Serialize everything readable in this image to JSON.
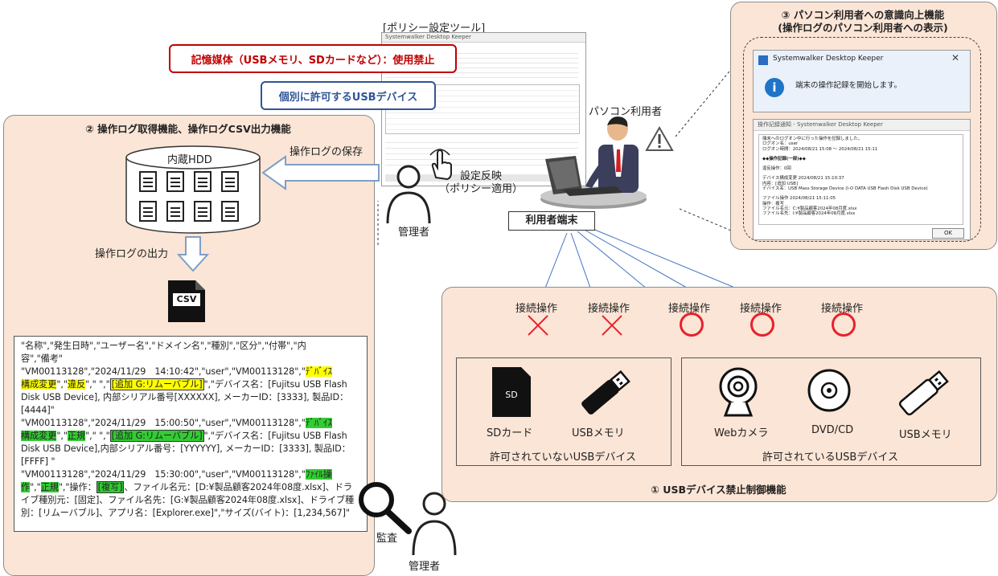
{
  "policy_tool": {
    "title": "[ポリシー設定ツール]",
    "window_title": "Systemwalker Desktop Keeper",
    "callout_storage": "記憶媒体（USBメモリ、SDカードなど）：使用禁止",
    "callout_allowed": "個別に許可するUSBデバイス"
  },
  "admin_left": {
    "apply_label_1": "設定反映",
    "apply_label_2": "（ポリシー適用）",
    "name": "管理者"
  },
  "user": {
    "label": "パソコン利用者",
    "terminal": "利用者端末"
  },
  "panel2": {
    "title": "② 操作ログ取得機能、操作ログCSV出力機能",
    "save_label": "操作ログの保存",
    "hdd_label": "内蔵HDD",
    "output_label": "操作ログの出力",
    "csv_icon_text": "CSV",
    "log": {
      "header_1": "\"名称\",\"発生日時\",\"ユーザー名\",\"ドメイン名\",\"種別\",\"区分\",\"付帯\",\"内",
      "header_2": "容\",\"備考\"",
      "e1_a": "\"VM00113128\",\"2024/11/29　14:10:42\",\"user\",\"VM00113128\",\"",
      "e1_b": "ﾃﾞﾊﾞｲｽ",
      "e1_c": "構成変更",
      "e1_d": "\",\"",
      "e1_e": "違反",
      "e1_f": "\",\" \",\"",
      "e1_g": "[追加 G:リムーバブル]",
      "e1_h": "\",\"デバイス名：[Fujitsu USB Flash Disk USB Device], 内部シリアル番号[XXXXXX], メーカーID：[3333], 製品ID：[4444]\"",
      "e2_a": "\"VM00113128\",\"2024/11/29　15:00:50\",\"user\",\"VM00113128\",\"",
      "e2_b": "ﾃﾞﾊﾞｲｽ",
      "e2_c": "構成変更",
      "e2_d": "\",\"",
      "e2_e": "正規",
      "e2_f": "\",\" \",\"",
      "e2_g": "[追加 G:リムーバブル]",
      "e2_h": "\",\"デバイス名：[Fujitsu USB Flash Disk USB Device],内部シリアル番号：[YYYYYY], メーカーID：[3333], 製品ID：[FFFF] \"",
      "e3_a": "\"VM00113128\",\"2024/11/29　15:30:00\",\"user\",\"VM00113128\",\"",
      "e3_b": "ﾌｧｲﾙ操",
      "e3_c": "作",
      "e3_d": "\",\"",
      "e3_e": "正規",
      "e3_f": "\",\"操作：",
      "e3_g": "[複写]",
      "e3_h": "、ファイル名元：[D:¥製品顧客2024年08度.xlsx]、ドライブ種別元：[固定]、ファイル名先：[G:¥製品顧客2024年08度.xlsx]、ドライブ種別：[リムーバブル]、アプリ名：[Explorer.exe]\",\"サイズ(バイト)：[1,234,567]\""
    },
    "audit_label": "監査",
    "audit_admin": "管理者"
  },
  "panel3": {
    "title_1": "③ パソコン利用者への意識向上機能",
    "title_2": "(操作ログのパソコン利用者への表示)",
    "notify_title": "Systemwalker Desktop Keeper",
    "notify_message": "端末の操作記録を開始します。",
    "log_window_title": "操作記録通知 - Systemwalker Desktop Keeper",
    "log_lines": [
      "端末へのログオン中に行った操作を記録しました。",
      "ログオン名：user",
      "ログオン時間：2024/08/21 15:08 〜 2024/08/21 15:11",
      "",
      "◆◆操作記録(一部)◆◆",
      "",
      "違反操作：0回",
      "",
      "デバイス構成変更 2024/08/21 15:10:37",
      "内容：[追加 USB]",
      "デバイス名：USB Mass Storage Device (I-O DATA USB Flash Disk USB Device)",
      "",
      "ファイル操作 2024/08/21 15:11:05",
      "操作：複写",
      "ファイル名元：C:¥製品顧客2024年08月度.xlsx",
      "ファイル名先：I:¥製品顧客2024年08月度.xlsx"
    ],
    "ok_button": "OK"
  },
  "panel1": {
    "title": "① USBデバイス禁止制御機能",
    "op_label": "接続操作",
    "denied_box_label": "許可されていないUSBデバイス",
    "allowed_box_label": "許可されているUSBデバイス",
    "sd_icon_text": "SD",
    "devices_denied": [
      "SDカード",
      "USBメモリ"
    ],
    "devices_allowed": [
      "Webカメラ",
      "DVD/CD",
      "USBメモリ"
    ]
  },
  "colors": {
    "panel_fill": "#fbe5d6",
    "callout_red": "#c00000",
    "callout_blue": "#2f5597",
    "mark_red": "#e8202a",
    "line_blue": "#4472c4",
    "highlight_yellow": "#ffff00",
    "highlight_green": "#33cc33"
  }
}
